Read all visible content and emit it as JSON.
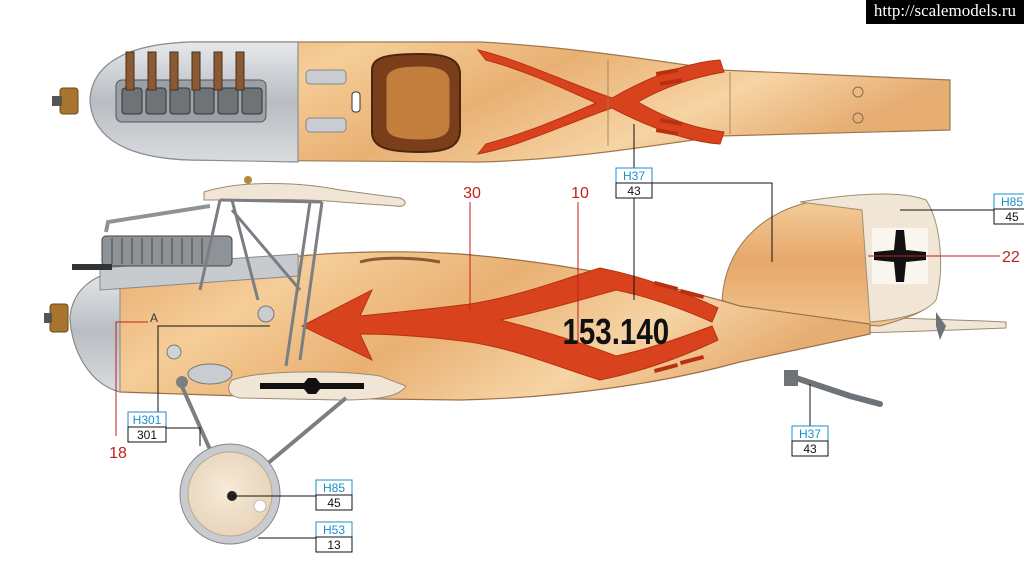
{
  "watermark": "http://scalemodels.ru",
  "serial": "153.140",
  "colors": {
    "wood_light": "#f3c894",
    "wood_mid": "#e8ad72",
    "wood_dark": "#d89858",
    "red": "#d8431e",
    "red_dark": "#b8300f",
    "metal": "#c8ccd0",
    "metal_dark": "#8e9398",
    "cream": "#f1e6d6",
    "strut": "#7b7f84",
    "callout_blue": "#1a8fc9",
    "callout_text": "#111111",
    "number_red": "#c0201a",
    "line": "#111111"
  },
  "callouts": [
    {
      "code": "H37",
      "value": "43"
    },
    {
      "code": "H85",
      "value": "45"
    },
    {
      "code": "H301",
      "value": "301"
    },
    {
      "code": "H37",
      "value": "43"
    },
    {
      "code": "H85",
      "value": "45"
    },
    {
      "code": "H53",
      "value": "13"
    }
  ],
  "numbers": [
    "30",
    "10",
    "22",
    "18"
  ]
}
